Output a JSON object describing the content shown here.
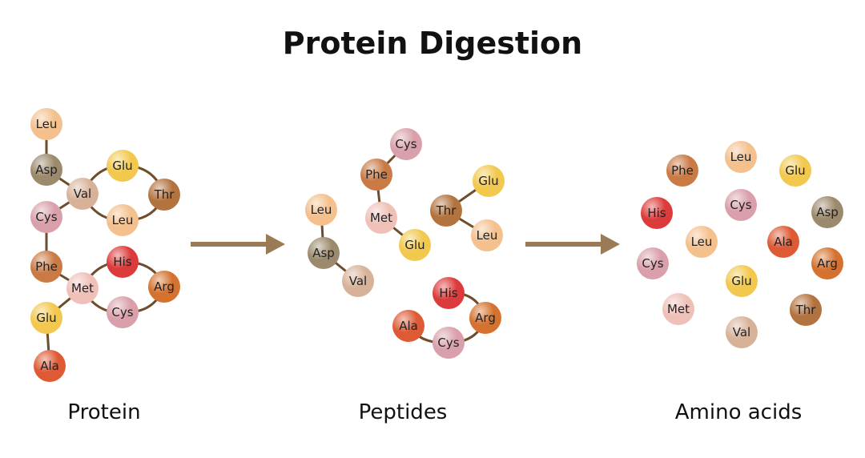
{
  "title": "Protein Digestion",
  "labels": {
    "protein": "Protein",
    "peptides": "Peptides",
    "amino_acids": "Amino acids"
  },
  "colors": {
    "Leu": "#f4c08e",
    "Asp": "#9c8a6c",
    "Val": "#d7b299",
    "Glu": "#f2c84f",
    "Thr": "#b3733f",
    "Cys": "#d9a0ab",
    "Phe": "#c97a45",
    "Met": "#efc0b8",
    "His": "#dc3b3b",
    "Arg": "#d5722f",
    "Ala": "#dd5a34",
    "bond": "#6e4d2c",
    "arrow": "#9b7b55"
  },
  "protein": {
    "nodes": [
      "Leu",
      "Asp",
      "Val",
      "Glu",
      "Thr",
      "Leu",
      "Cys",
      "Phe",
      "Met",
      "His",
      "Arg",
      "Cys",
      "Glu",
      "Ala"
    ]
  },
  "peptides": {
    "nodes": [
      "Cys",
      "Phe",
      "Met",
      "Glu",
      "Glu",
      "Thr",
      "Leu",
      "Leu",
      "Asp",
      "Val",
      "His",
      "Arg",
      "Cys",
      "Ala"
    ]
  },
  "amino_acids": {
    "nodes": [
      "Phe",
      "Leu",
      "Glu",
      "His",
      "Cys",
      "Asp",
      "Leu",
      "Ala",
      "Arg",
      "Cys",
      "Glu",
      "Met",
      "Thr",
      "Val"
    ]
  }
}
